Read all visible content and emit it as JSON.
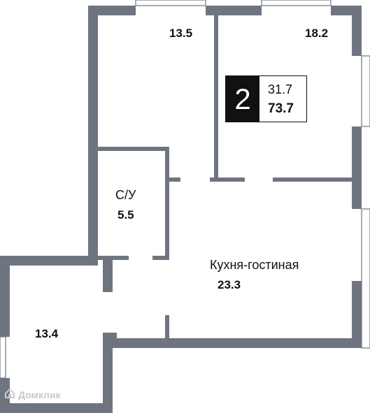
{
  "apartment": {
    "rooms": "2",
    "living_area": "31.7",
    "total_area": "73.7"
  },
  "rooms": {
    "bedroom_left": {
      "area": "13.5"
    },
    "bedroom_right": {
      "area": "18.2"
    },
    "bathroom": {
      "name": "С/У",
      "area": "5.5"
    },
    "kitchen_living": {
      "name": "Кухня-гостиная",
      "area": "23.3"
    },
    "room_lower_left": {
      "area": "13.4"
    }
  },
  "watermark": {
    "text": "Домклик",
    "icon": "domclick-logo-icon"
  },
  "colors": {
    "wall": "#6f7580",
    "text": "#111111",
    "badge": "#111111",
    "watermark": "#c9c9c9"
  }
}
